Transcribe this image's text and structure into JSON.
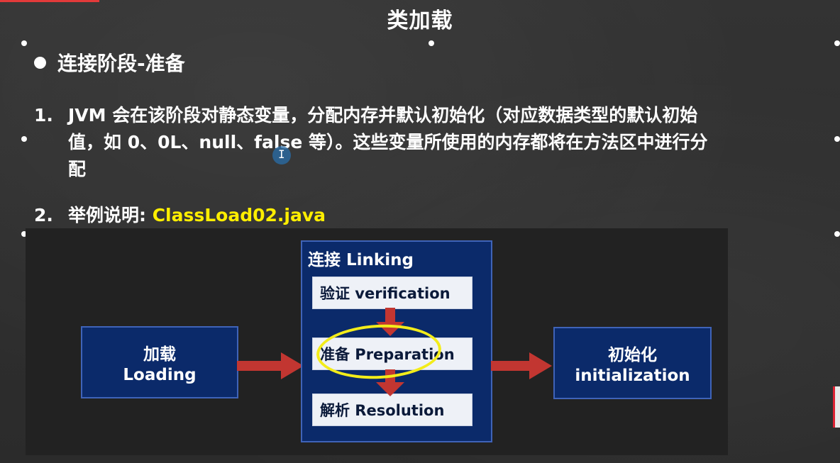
{
  "slide": {
    "title": "类加载",
    "bullet": "连接阶段-准备",
    "item1_num": "1.",
    "item1_line1": "JVM 会在该阶段对静态变量，分配内存并默认初始化（对应数据类型的默认初始",
    "item1_line2": "值，如 0、0L、null、false 等）。这些变量所使用的内存都将在方法区中进行分",
    "item1_line3": "配",
    "item2_num": "2.",
    "item2_label": "举例说明: ",
    "item2_file": "ClassLoad02.java"
  },
  "diagram": {
    "loading_cn": "加载",
    "loading_en": "Loading",
    "linking_title": "连接 Linking",
    "step_verification": "验证 verification",
    "step_preparation": "准备 Preparation",
    "step_resolution": "解析 Resolution",
    "init_cn": "初始化",
    "init_en": "initialization"
  },
  "colors": {
    "accent_yellow": "#ffee00",
    "box_blue": "#0b2a6a",
    "arrow_red": "#c23631"
  }
}
